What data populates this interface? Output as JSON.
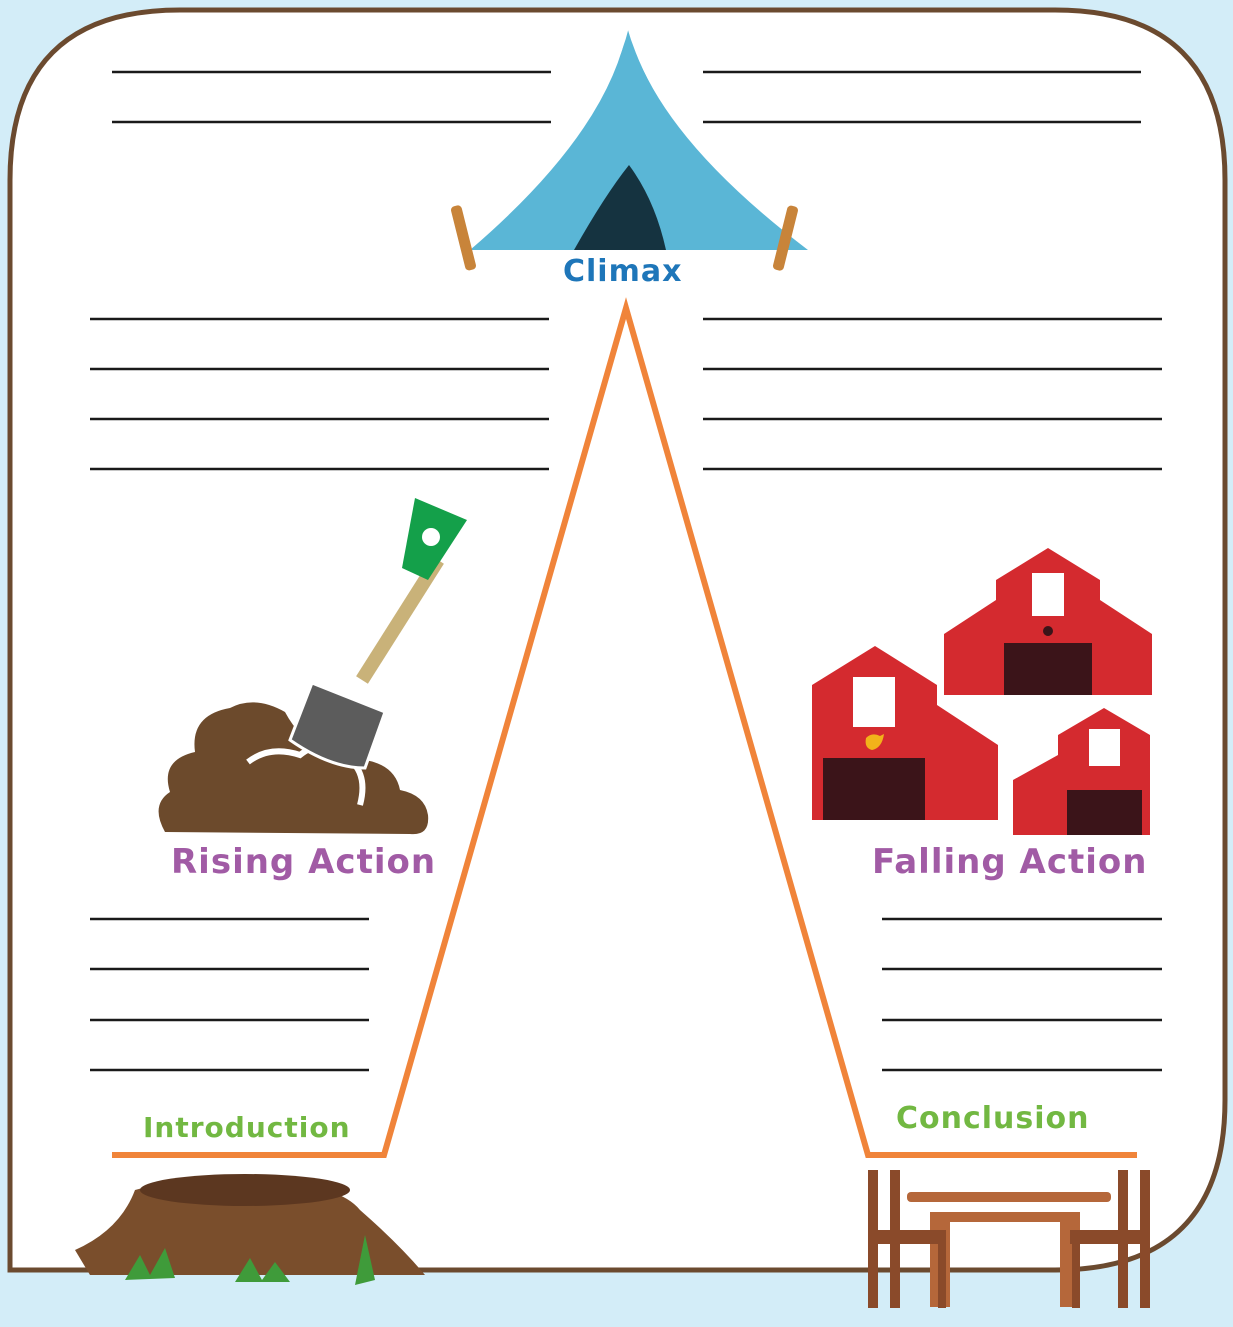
{
  "labels": {
    "climax": "Climax",
    "rising_action": "Rising Action",
    "falling_action": "Falling Action",
    "introduction": "Introduction",
    "conclusion": "Conclusion"
  },
  "colors": {
    "background": "#d3edf8",
    "frame_border": "#6b4a2f",
    "plot_line": "#f0843a",
    "writing_lines": "#1a1a1a",
    "climax_label": "#1e76b9",
    "action_labels": "#a15ba5",
    "intro_conclusion_labels": "#72b842",
    "tent": "#5ab6d6",
    "barn": "#d42a2f",
    "soil": "#6c4a2c",
    "shovel_blade": "#14a04a"
  },
  "icons": [
    "tent-icon",
    "shovel-icon",
    "dirt-pile-icon",
    "barns-icon",
    "tree-stump-icon",
    "picnic-table-icon",
    "chicken-icon"
  ]
}
